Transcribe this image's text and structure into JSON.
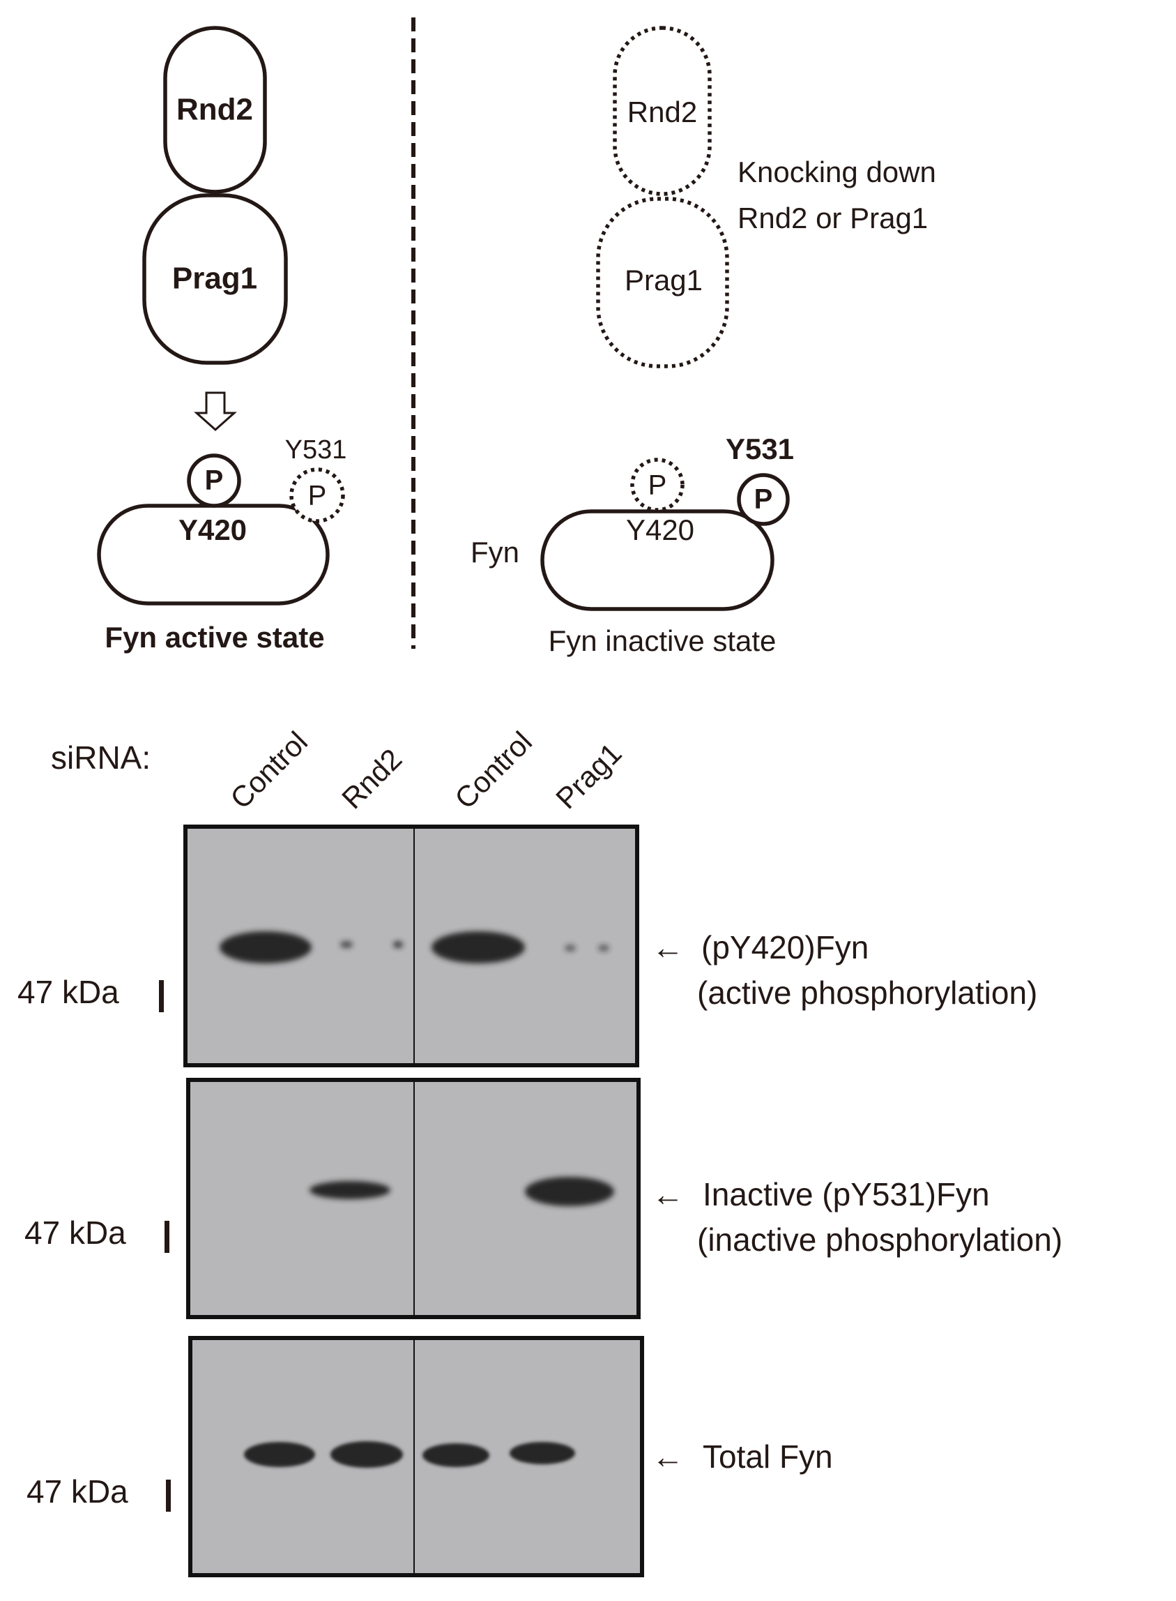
{
  "top_diagram": {
    "left": {
      "rnd2_label": "Rnd2",
      "prag1_label": "Prag1",
      "phospho_p_label": "P",
      "y420_label": "Y420",
      "y531_label": "Y531",
      "dotted_p_label": "P",
      "state_label": "Fyn active state"
    },
    "right": {
      "rnd2_label": "Rnd2",
      "prag1_label": "Prag1",
      "knockdown_line1": "Knocking down",
      "knockdown_line2": "Rnd2 or Prag1",
      "dotted_p_label": "P",
      "y420_label": "Y420",
      "y531_label": "Y531",
      "phospho_p_label": "P",
      "fyn_label": "Fyn",
      "state_label": "Fyn inactive state"
    }
  },
  "blot": {
    "sirna_label": "siRNA:",
    "lanes": [
      "Control",
      "Rnd2",
      "Control",
      "Prag1"
    ],
    "panels": [
      {
        "marker": "47 kDa",
        "arrow": "←",
        "label_line1": "(pY420)Fyn",
        "label_line2": "(active phosphorylation)",
        "band_intensity": [
          1.0,
          0.08,
          1.0,
          0.08
        ]
      },
      {
        "marker": "47 kDa",
        "arrow": "←",
        "label_line1": "Inactive (pY531)Fyn",
        "label_line2": "(inactive phosphorylation)",
        "band_intensity": [
          0.0,
          0.85,
          0.0,
          1.0
        ]
      },
      {
        "marker": "47 kDa",
        "arrow": "←",
        "label_line1": "Total Fyn",
        "label_line2": "",
        "band_intensity": [
          1.0,
          1.0,
          1.0,
          1.0
        ]
      }
    ]
  },
  "colors": {
    "ink": "#231815",
    "membrane": "#b7b7b9",
    "band": "#262626"
  }
}
